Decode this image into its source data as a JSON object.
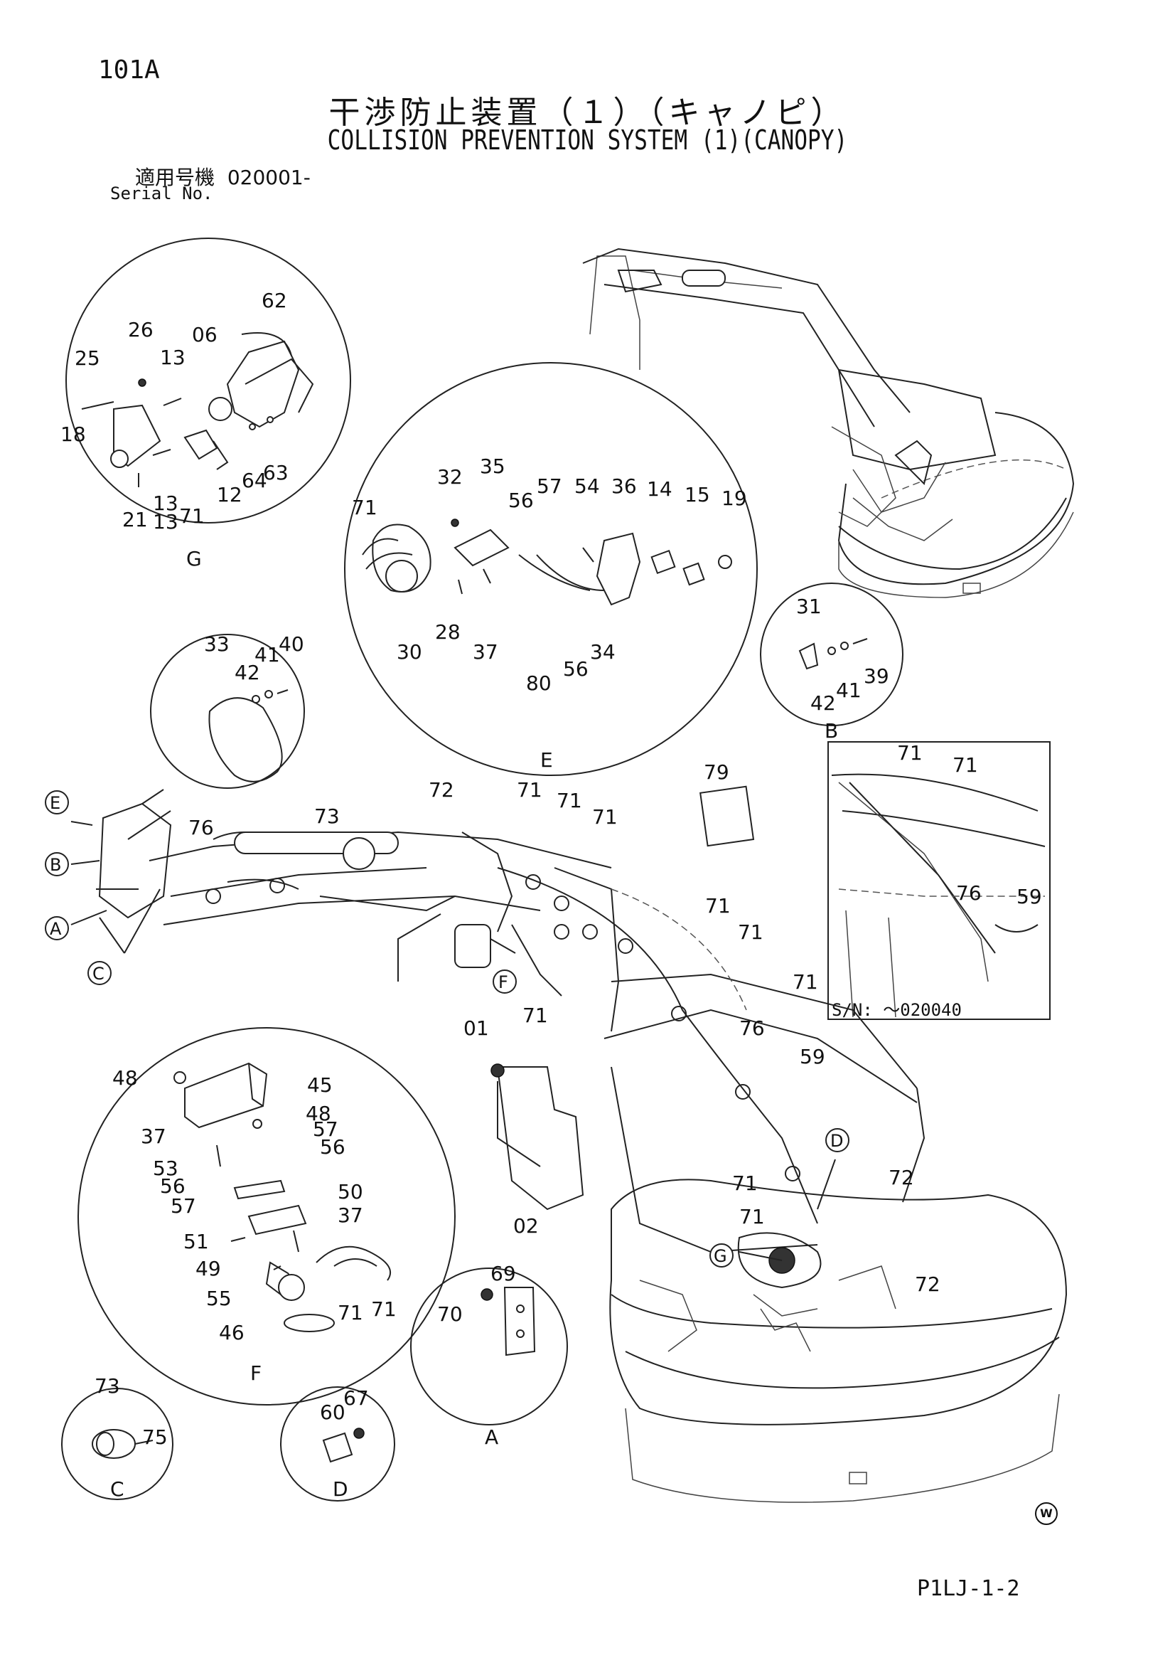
{
  "header": {
    "page_code": "101A",
    "title_jp": "干渉防止装置（１）（キャノピ）",
    "title_en": "COLLISION PREVENTION SYSTEM (1)(CANOPY)",
    "serial_label_jp": "適用号機",
    "serial_value": "020001-",
    "serial_label_en": "Serial No."
  },
  "footer": {
    "code": "P1LJ-1-2",
    "maker_mark": "W"
  },
  "callouts": [
    "E",
    "B",
    "A",
    "C",
    "F",
    "D",
    "G"
  ],
  "inset": {
    "serial_note": "S/N: ～020040"
  },
  "details": {
    "G": {
      "name": "G",
      "parts": [
        "62",
        "26",
        "06",
        "25",
        "13",
        "18",
        "13",
        "64",
        "63",
        "12",
        "21",
        "13",
        "71"
      ]
    },
    "E": {
      "name": "E",
      "parts": [
        "32",
        "35",
        "57",
        "54",
        "36",
        "14",
        "15",
        "19",
        "71",
        "56",
        "28",
        "30",
        "37",
        "80",
        "56",
        "34"
      ]
    },
    "B": {
      "name": "B",
      "parts": [
        "31",
        "42",
        "41",
        "39"
      ]
    },
    "cover": {
      "parts": [
        "33",
        "42",
        "41",
        "40"
      ]
    },
    "F": {
      "name": "F",
      "parts": [
        "48",
        "45",
        "48",
        "37",
        "57",
        "53",
        "56",
        "56",
        "57",
        "50",
        "37",
        "51",
        "49",
        "55",
        "46",
        "71",
        "71"
      ]
    },
    "A": {
      "name": "A",
      "parts": [
        "69",
        "70"
      ]
    },
    "C": {
      "name": "C",
      "parts": [
        "73",
        "75"
      ]
    },
    "D": {
      "name": "D",
      "parts": [
        "60",
        "67"
      ]
    }
  },
  "main_labels": [
    "76",
    "73",
    "72",
    "71",
    "71",
    "71",
    "79",
    "71",
    "71",
    "71",
    "71",
    "01",
    "76",
    "59",
    "02",
    "71",
    "71",
    "72",
    "72"
  ],
  "inset_labels": [
    "71",
    "71",
    "76",
    "59"
  ]
}
